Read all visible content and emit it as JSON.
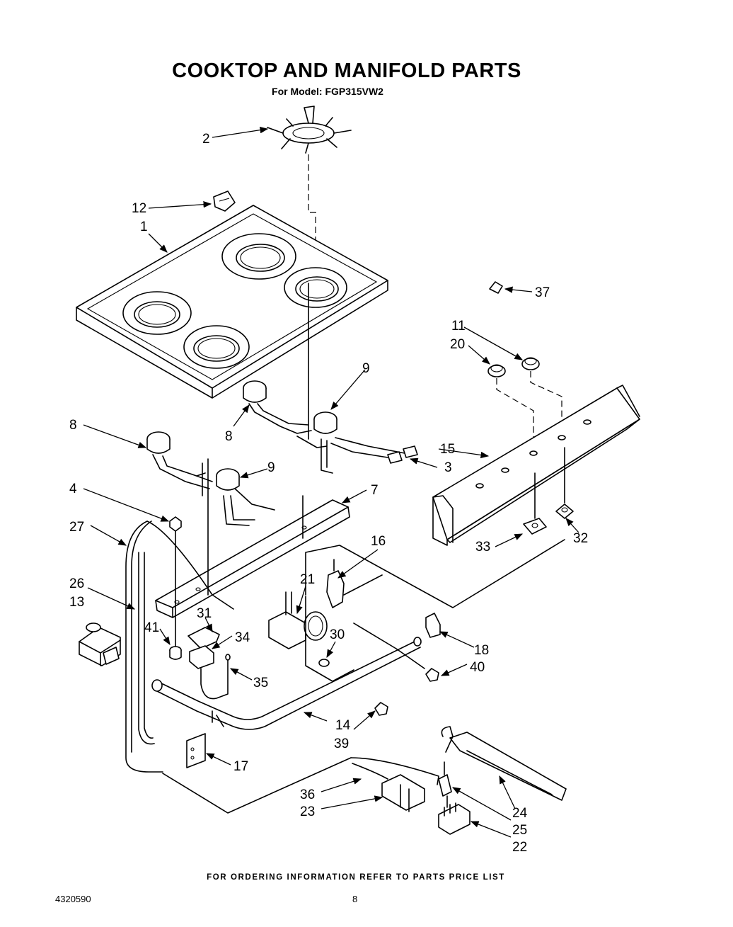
{
  "header": {
    "title": "COOKTOP AND MANIFOLD PARTS",
    "subtitle": "For Model: FGP315VW2"
  },
  "footer": {
    "note": "FOR ORDERING INFORMATION REFER TO PARTS PRICE LIST",
    "doc_number": "4320590",
    "page_number": "8"
  },
  "callouts": {
    "c1": "1",
    "c2": "2",
    "c3": "3",
    "c4": "4",
    "c7": "7",
    "c8a": "8",
    "c8b": "8",
    "c9a": "9",
    "c9b": "9",
    "c11": "11",
    "c12": "12",
    "c13": "13",
    "c14": "14",
    "c15": "15",
    "c16": "16",
    "c17": "17",
    "c18": "18",
    "c20": "20",
    "c21": "21",
    "c22": "22",
    "c23": "23",
    "c24": "24",
    "c25": "25",
    "c26": "26",
    "c27": "27",
    "c30": "30",
    "c31": "31",
    "c32": "32",
    "c33": "33",
    "c34": "34",
    "c35": "35",
    "c36": "36",
    "c37": "37",
    "c39": "39",
    "c40": "40",
    "c41": "41"
  }
}
